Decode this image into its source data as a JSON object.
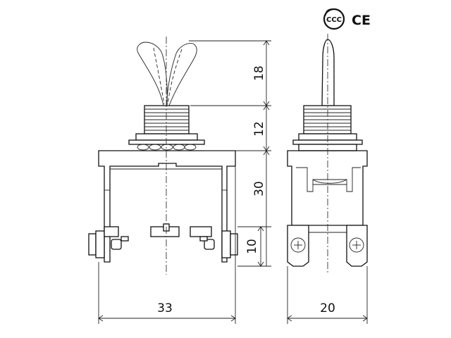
{
  "certification": {
    "ccc_mark": "CCC",
    "ce_mark": "CE"
  },
  "dimensions": {
    "lever_height": "18",
    "bushing_height": "12",
    "body_height": "30",
    "terminal_height": "10",
    "body_width": "33",
    "side_width": "20"
  }
}
